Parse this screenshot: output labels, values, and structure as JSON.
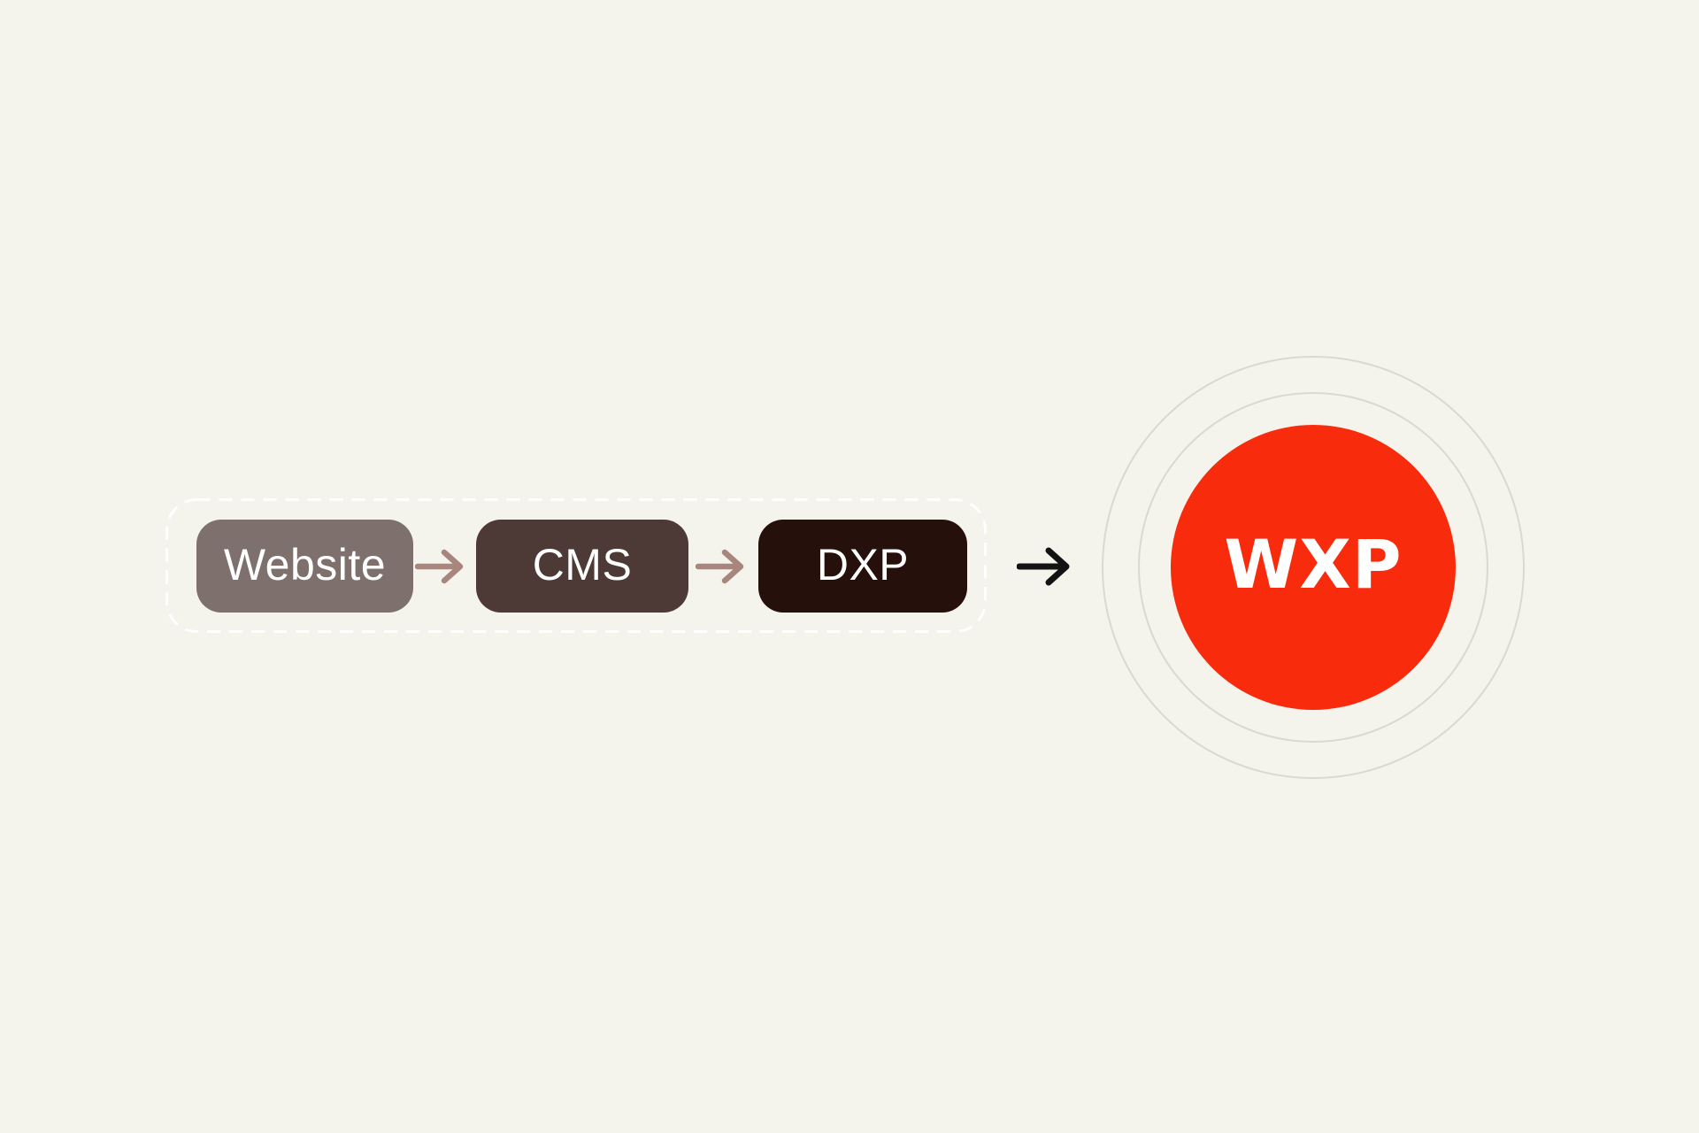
{
  "canvas": {
    "background": "#f4f4ec"
  },
  "flow": {
    "group_border_color": "#ffffff",
    "connector_color": "#a8867e",
    "stages": [
      {
        "label": "Website",
        "bg": "#7d706d",
        "text_color": "#ffffff"
      },
      {
        "label": "CMS",
        "bg": "#4d3a36",
        "text_color": "#ffffff"
      },
      {
        "label": "DXP",
        "bg": "#26100b",
        "text_color": "#ffffff"
      }
    ]
  },
  "transition": {
    "arrow_color": "#131313"
  },
  "result": {
    "label": "WXP",
    "circle_color": "#f82b0d",
    "label_color": "#ffffff",
    "ring_color": "#d9d8d1"
  }
}
